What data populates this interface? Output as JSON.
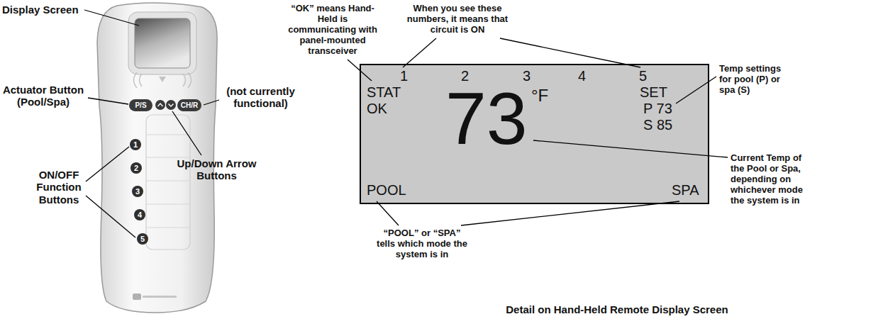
{
  "diagram": {
    "caption": "Detail on Hand-Held Remote Display Screen",
    "nodes": [
      {
        "text": [
          "P/S"
        ]
      },
      {
        "text": [
          "CH/R"
        ]
      },
      {
        "text": [
          "1"
        ]
      },
      {
        "text": [
          "2"
        ]
      },
      {
        "text": [
          "3"
        ]
      },
      {
        "text": [
          "4"
        ]
      },
      {
        "text": [
          "5"
        ]
      },
      {
        "text": [
          "1",
          "2",
          "3",
          "4",
          "5",
          "STAT",
          "OK",
          "73",
          "°F",
          "SET",
          "P 73",
          "S 85",
          "POOL",
          "SPA"
        ]
      }
    ],
    "labels": [
      "Display Screen",
      "Actuator Button (Pool/Spa)",
      "ON/OFF Function Buttons",
      "(not currently functional)",
      "Up/Down Arrow Buttons",
      "“OK” means Hand-Held is communicating with panel-mounted transceiver",
      "When you see these numbers, it means that circuit is ON",
      "Temp settings for pool (P) or spa (S)",
      "Current Temp of the Pool or Spa, depending on whichever mode the system is in",
      "“POOL” or “SPA” tells which mode the system is in"
    ]
  }
}
